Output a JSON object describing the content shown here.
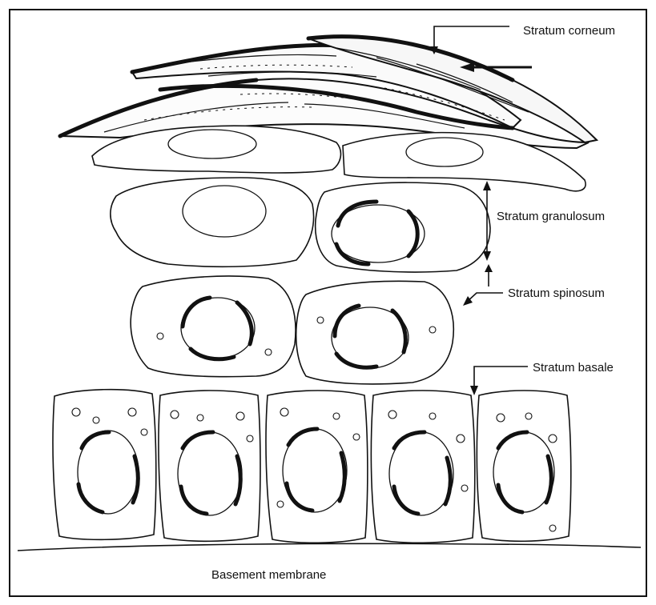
{
  "diagram": {
    "labels": {
      "stratum_corneum": "Stratum corneum",
      "stratum_granulosum": "Stratum granulosum",
      "stratum_spinosum": "Stratum spinosum",
      "stratum_basale": "Stratum basale",
      "basement_membrane": "Basement membrane"
    },
    "colors": {
      "ink": "#111111",
      "paper": "#ffffff"
    }
  }
}
